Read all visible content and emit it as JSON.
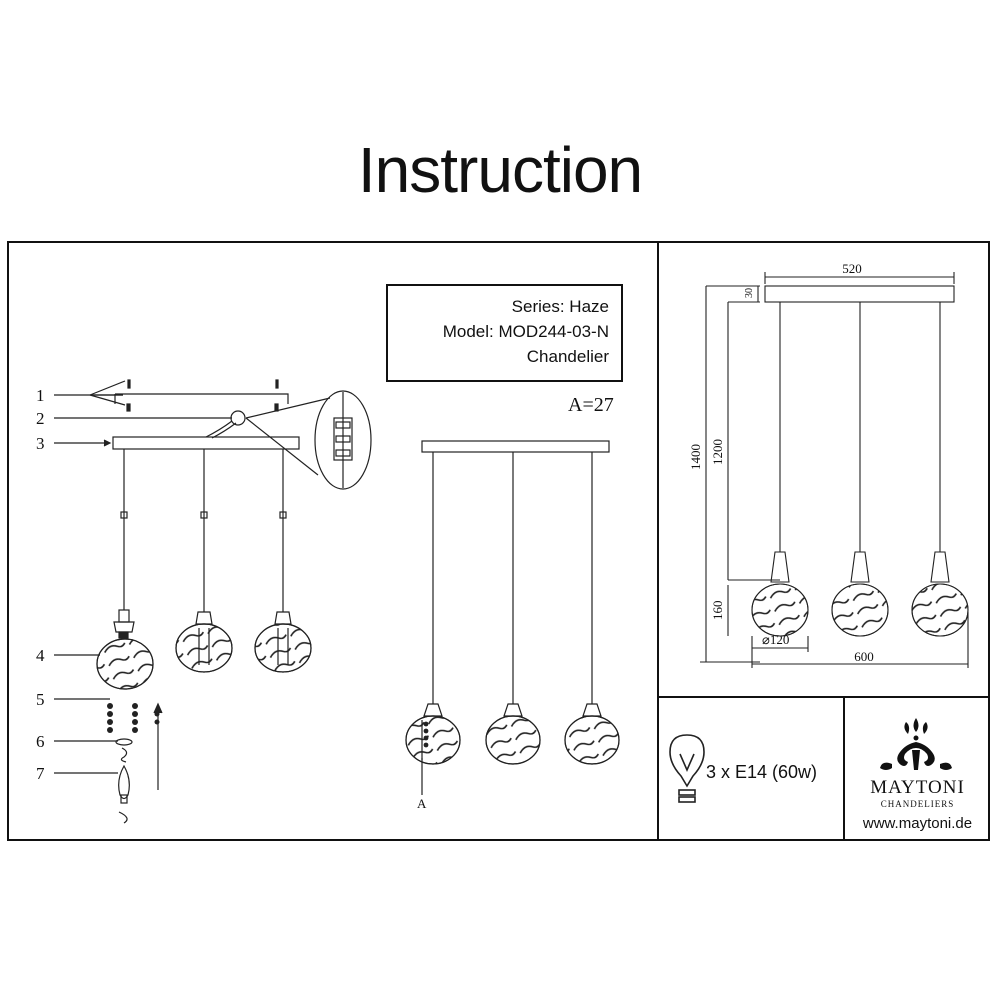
{
  "title": "Instruction",
  "info": {
    "series": "Series: Haze",
    "model": "Model: MOD244-03-N",
    "type": "Chandelier"
  },
  "a_value": "A=27",
  "callouts": [
    "1",
    "2",
    "3",
    "4",
    "5",
    "6",
    "7"
  ],
  "a_marker": "A",
  "dimensions": {
    "width_top": "520",
    "height_30": "30",
    "total": "1400",
    "cable": "1200",
    "shade_h": "160",
    "diameter": "⌀120",
    "width_total": "600"
  },
  "spec": "3 x E14 (60w)",
  "brand": {
    "name": "MAYTONI",
    "sub": "CHANDELIERS",
    "url": "www.maytoni.de"
  },
  "icons": [
    "bulb-icon",
    "maytoni-logo-icon"
  ]
}
